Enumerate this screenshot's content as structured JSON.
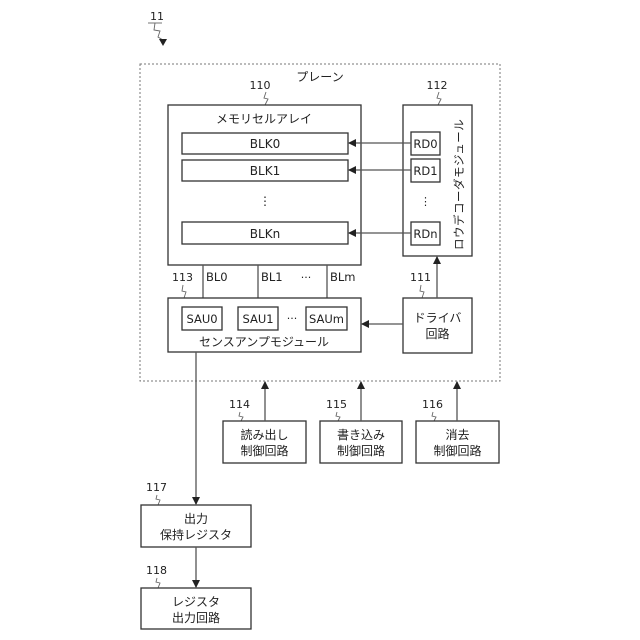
{
  "figure_ref": "11",
  "plane": {
    "ref": "",
    "label": "プレーン"
  },
  "memory_cell_array": {
    "ref": "110",
    "label": "メモリセルアレイ",
    "blocks": [
      "BLK0",
      "BLK1",
      "⋮",
      "BLKn"
    ]
  },
  "row_decoder_module": {
    "ref": "112",
    "label": "ロウデコーダモジュール",
    "decoders": [
      "RD0",
      "RD1",
      "⋮",
      "RDn"
    ]
  },
  "sense_amp_module": {
    "ref": "113",
    "label": "センスアンプモジュール",
    "units": [
      "SAU0",
      "SAU1",
      "SAUm"
    ],
    "ellipsis": "···"
  },
  "bit_lines": {
    "labels": [
      "BL0",
      "BL1",
      "BLm"
    ],
    "ellipsis": "···"
  },
  "driver_circuit": {
    "ref": "111",
    "label_line1": "ドライバ",
    "label_line2": "回路"
  },
  "control_circuits": [
    {
      "ref": "114",
      "line1": "読み出し",
      "line2": "制御回路"
    },
    {
      "ref": "115",
      "line1": "書き込み",
      "line2": "制御回路"
    },
    {
      "ref": "116",
      "line1": "消去",
      "line2": "制御回路"
    }
  ],
  "output_holding_register": {
    "ref": "117",
    "line1": "出力",
    "line2": "保持レジスタ"
  },
  "register_output_circuit": {
    "ref": "118",
    "line1": "レジスタ",
    "line2": "出力回路"
  }
}
